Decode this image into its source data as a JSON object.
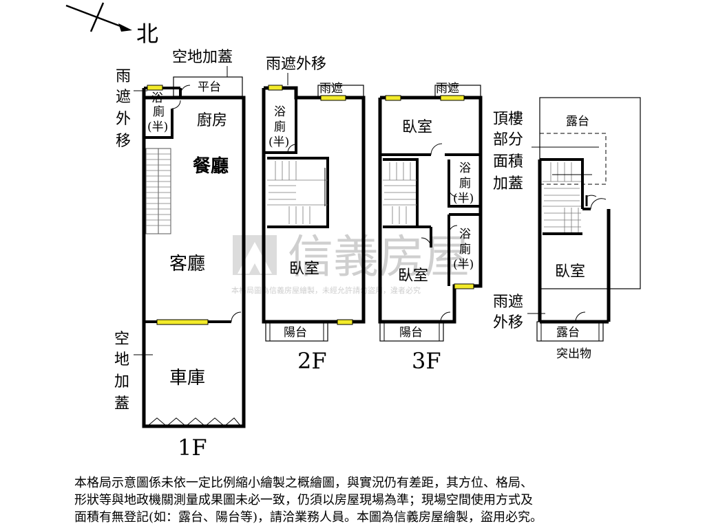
{
  "compass": {
    "label": "北"
  },
  "floor_1f": {
    "floor_label": "1F",
    "rooms": {
      "kitchen": "廚房",
      "dining": "餐廳",
      "living": "客廳",
      "garage": "車庫",
      "platform": "平台",
      "bath_1": "浴",
      "bath_2": "廁",
      "bath_3": "(半)"
    },
    "notes": {
      "top_enclosure": "空地加蓋",
      "awning_moved": [
        "雨",
        "遮",
        "外",
        "移"
      ],
      "side_enclosure": [
        "空",
        "地",
        "加",
        "蓋"
      ]
    }
  },
  "floor_2f": {
    "floor_label": "2F",
    "rooms": {
      "bedroom": "臥室",
      "balcony": "陽台",
      "awning": "雨遮",
      "bath_1": "浴",
      "bath_2": "廁",
      "bath_3": "(半)"
    },
    "notes": {
      "awning_moved": "雨遮外移"
    }
  },
  "floor_3f": {
    "floor_label": "3F",
    "rooms": {
      "bedroom_front": "臥室",
      "bedroom_back": "臥室",
      "balcony": "陽台",
      "awning": "雨遮",
      "bath_a_1": "浴",
      "bath_a_2": "廁",
      "bath_a_3": "(半)",
      "bath_b_1": "浴",
      "bath_b_2": "廁",
      "bath_b_3": "(半)"
    }
  },
  "floor_roof": {
    "rooms": {
      "terrace_top": "露台",
      "bedroom": "臥室",
      "terrace_bottom": "露台"
    },
    "notes": {
      "rooftop_area": [
        "頂樓",
        "部分",
        "面積",
        "加蓋"
      ],
      "awning_moved": [
        "雨遮",
        "外移"
      ],
      "protrusion": "突出物"
    }
  },
  "watermark": {
    "brand": "信義房屋",
    "subtitle": "本格局圖為信義房屋繪製，未經允許請勿盜用，違者必究"
  },
  "disclaimer": [
    "本格局示意圖係未依一定比例縮小繪製之概繪圖，與實況仍有差距，其方位、格局、",
    "形狀等與地政機關測量成果圖未必一致，仍須以房屋現場為準；現場空間使用方式及",
    "面積有無登記(如：露台、陽台等)，請洽業務人員。本圖為信義房屋繪製，盜用必究。"
  ],
  "colors": {
    "window": "#f2ea2a",
    "wall": "#000000",
    "watermark": "#cfcfcf"
  }
}
